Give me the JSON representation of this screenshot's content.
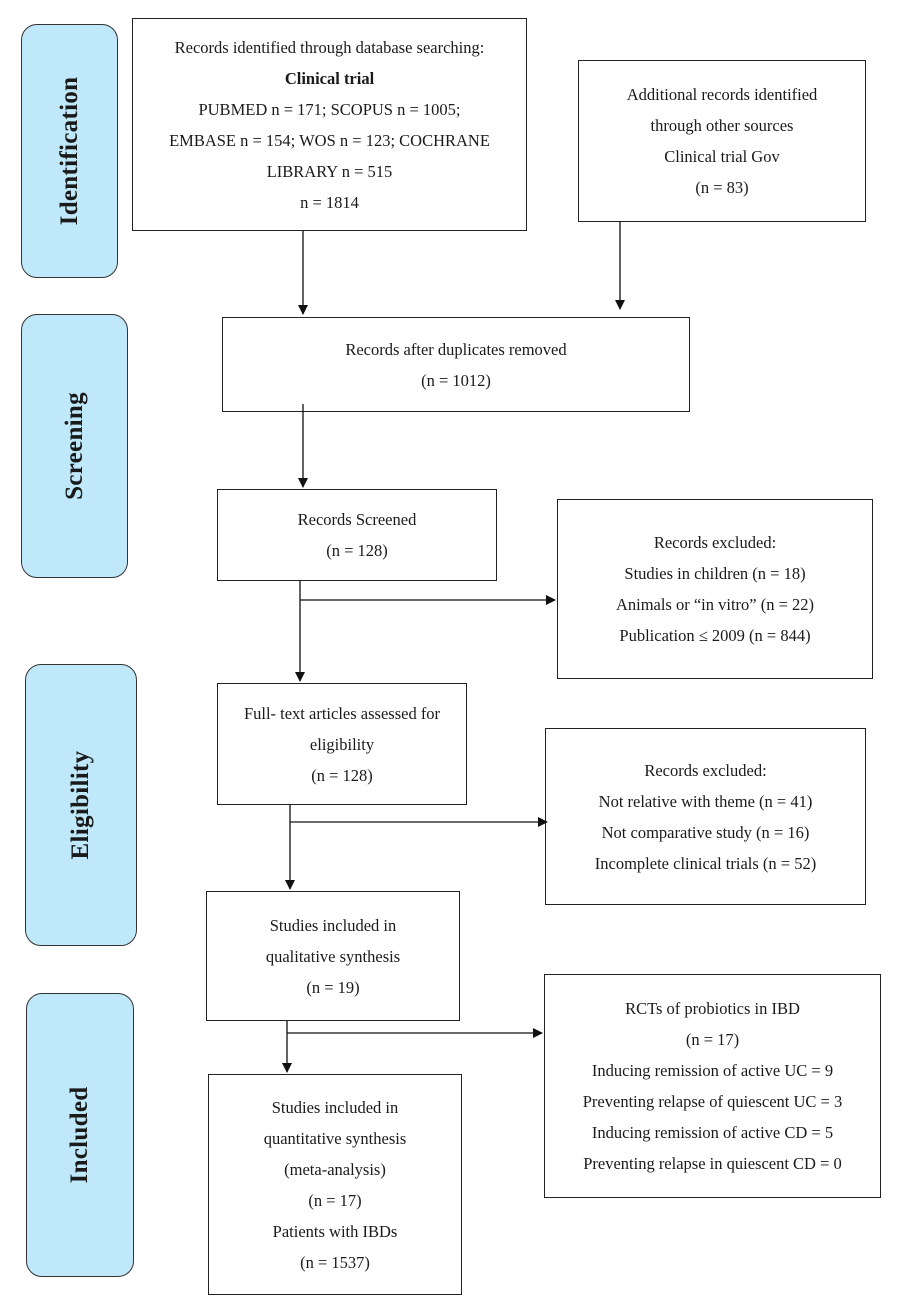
{
  "phases": {
    "identification": "Identification",
    "screening": "Screening",
    "eligibility": "Eligibility",
    "included": "Included"
  },
  "boxes": {
    "database_search": {
      "lines": [
        "Records identified through database searching:",
        "Clinical trial",
        "PUBMED n = 171; SCOPUS n = 1005;",
        "EMBASE n = 154; WOS n = 123; COCHRANE",
        "LIBRARY n = 515",
        "n = 1814"
      ]
    },
    "other_sources": {
      "lines": [
        "Additional records identified",
        "through other sources",
        "Clinical trial Gov",
        "(n = 83)"
      ]
    },
    "duplicates_removed": {
      "lines": [
        "Records after duplicates removed",
        "(n = 1012)"
      ]
    },
    "screened": {
      "lines": [
        "Records Screened",
        "(n = 128)"
      ]
    },
    "excluded_screening": {
      "lines": [
        "Records excluded:",
        "Studies in children (n = 18)",
        "Animals or “in vitro” (n = 22)",
        "Publication ≤ 2009 (n = 844)"
      ]
    },
    "full_text": {
      "lines": [
        "Full- text articles assessed for",
        "eligibility",
        "(n = 128)"
      ]
    },
    "excluded_eligibility": {
      "lines": [
        "Records excluded:",
        "Not relative with theme (n = 41)",
        "Not comparative study (n = 16)",
        "Incomplete clinical trials (n = 52)"
      ]
    },
    "qualitative": {
      "lines": [
        "Studies included in",
        "qualitative synthesis",
        "(n = 19)"
      ]
    },
    "rcts": {
      "lines": [
        "RCTs of probiotics in IBD",
        "(n = 17)",
        "Inducing remission of active UC = 9",
        "Preventing relapse of quiescent UC = 3",
        "Inducing remission of active CD = 5",
        "Preventing relapse in quiescent CD = 0"
      ]
    },
    "quantitative": {
      "lines": [
        "Studies included in",
        "quantitative synthesis",
        "(meta-analysis)",
        "(n = 17)",
        "Patients with IBDs",
        "(n = 1537)"
      ]
    }
  }
}
